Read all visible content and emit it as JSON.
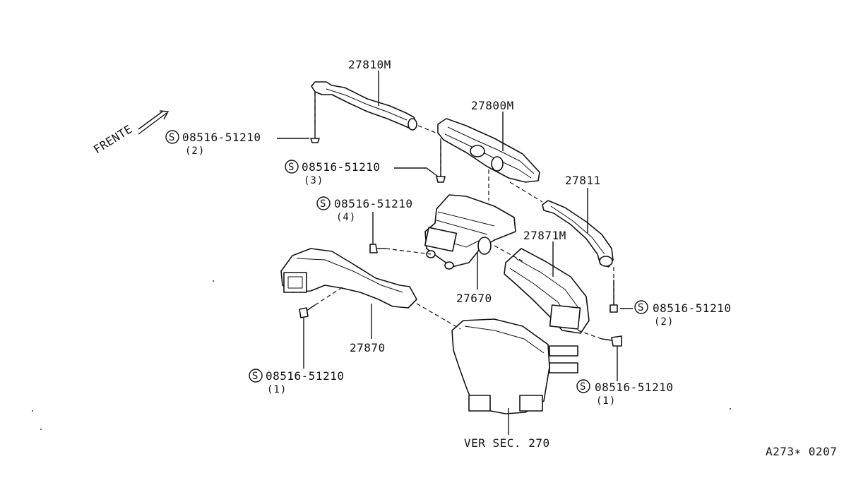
{
  "diagram": {
    "direction_label": "FRENTE",
    "parts": [
      {
        "id": "p27810m",
        "number": "27810M"
      },
      {
        "id": "p27800m",
        "number": "27800M"
      },
      {
        "id": "p27811",
        "number": "27811"
      },
      {
        "id": "p27871m",
        "number": "27871M"
      },
      {
        "id": "p27670",
        "number": "27670"
      },
      {
        "id": "p27870",
        "number": "27870"
      }
    ],
    "screws": [
      {
        "symbol": "S",
        "code": "08516-51210",
        "qty": "(2)"
      },
      {
        "symbol": "S",
        "code": "08516-51210",
        "qty": "(3)"
      },
      {
        "symbol": "S",
        "code": "08516-51210",
        "qty": "(4)"
      },
      {
        "symbol": "S",
        "code": "08516-51210",
        "qty": "(2)"
      },
      {
        "symbol": "S",
        "code": "08516-51210",
        "qty": "(1)"
      },
      {
        "symbol": "S",
        "code": "08516-51210",
        "qty": "(1)"
      }
    ],
    "reference": "VER SEC. 270",
    "diagram_code": "A273∗ 0207"
  }
}
